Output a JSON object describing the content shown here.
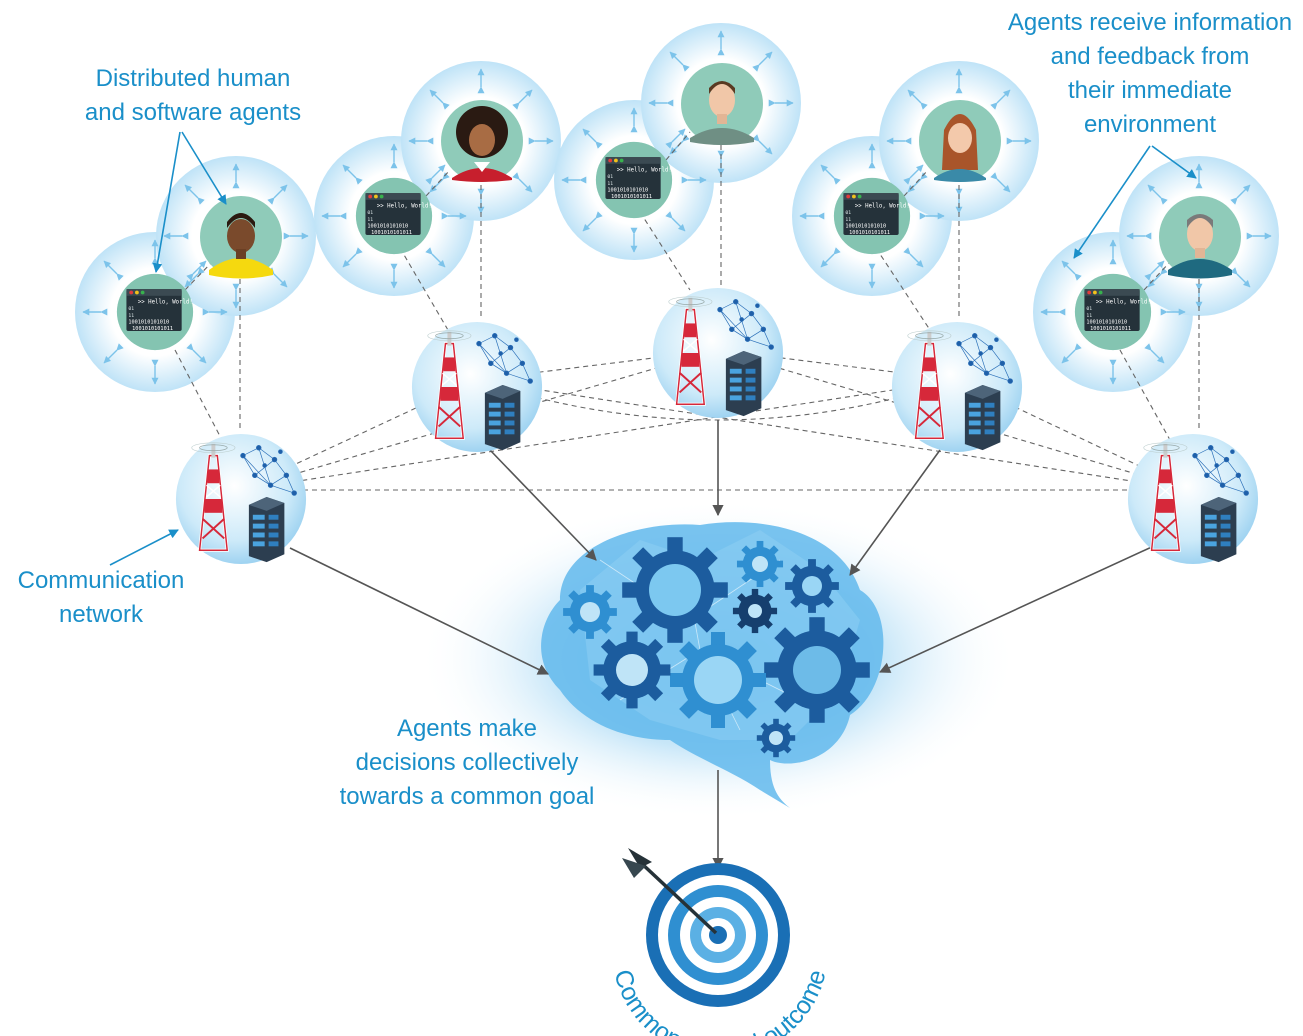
{
  "labels": {
    "distributed": [
      "Distributed human",
      "and software agents"
    ],
    "receive": [
      "Agents receive information",
      "and feedback from",
      "their immediate",
      "environment"
    ],
    "network": [
      "Communication",
      "network"
    ],
    "decisions": [
      "Agents make",
      "decisions collectively",
      "towards a common goal"
    ],
    "outcome": "Common desired outcome"
  },
  "terminal": {
    "hello": ">> Hello, World!",
    "bits_a": "1001010101010",
    "bits_b": "1001010101011",
    "bits_c": "01",
    "bits_d": "11"
  },
  "colors": {
    "label_blue": "#1a8fc9",
    "halo_blue": "#bfe3f7",
    "gear_dark": "#1c5c9e",
    "gear_mid": "#2f8fd1",
    "tower_red": "#d6283a",
    "arrow_gray": "#555555"
  },
  "agents": {
    "software": [
      "software-agent-1",
      "software-agent-2",
      "software-agent-3",
      "software-agent-4",
      "software-agent-5"
    ],
    "human": [
      "human-agent-1",
      "human-agent-2",
      "human-agent-3",
      "human-agent-4",
      "human-agent-5"
    ]
  }
}
